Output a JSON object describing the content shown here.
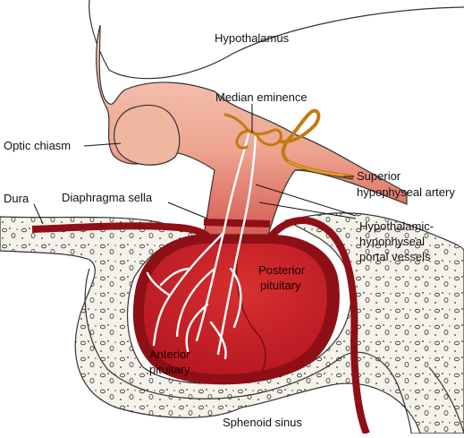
{
  "labels": {
    "hypothalamus": "Hypothalamus",
    "median_eminence": "Median eminence",
    "optic_chiasm": "Optic chiasm",
    "superior_artery_line1": "Superior",
    "superior_artery_line2": "hypophyseal artery",
    "dura": "Dura",
    "diaphragma_sella": "Diaphragma sella",
    "portal_line1": "Hypothalamic-",
    "portal_line2": "hypophyseal",
    "portal_line3": "portal vessels",
    "posterior_line1": "Posterior",
    "posterior_line2": "pituitary",
    "anterior_line1": "Anterior",
    "anterior_line2": "pituitary",
    "sphenoid_sinus": "Sphenoid sinus"
  },
  "colors": {
    "tissue_light": "#f4c2ae",
    "tissue_mid": "#e89a86",
    "gland_red": "#c8212a",
    "gland_dark": "#8f0f16",
    "artery": "#d48a1a",
    "bone": "#f4f1ea"
  }
}
